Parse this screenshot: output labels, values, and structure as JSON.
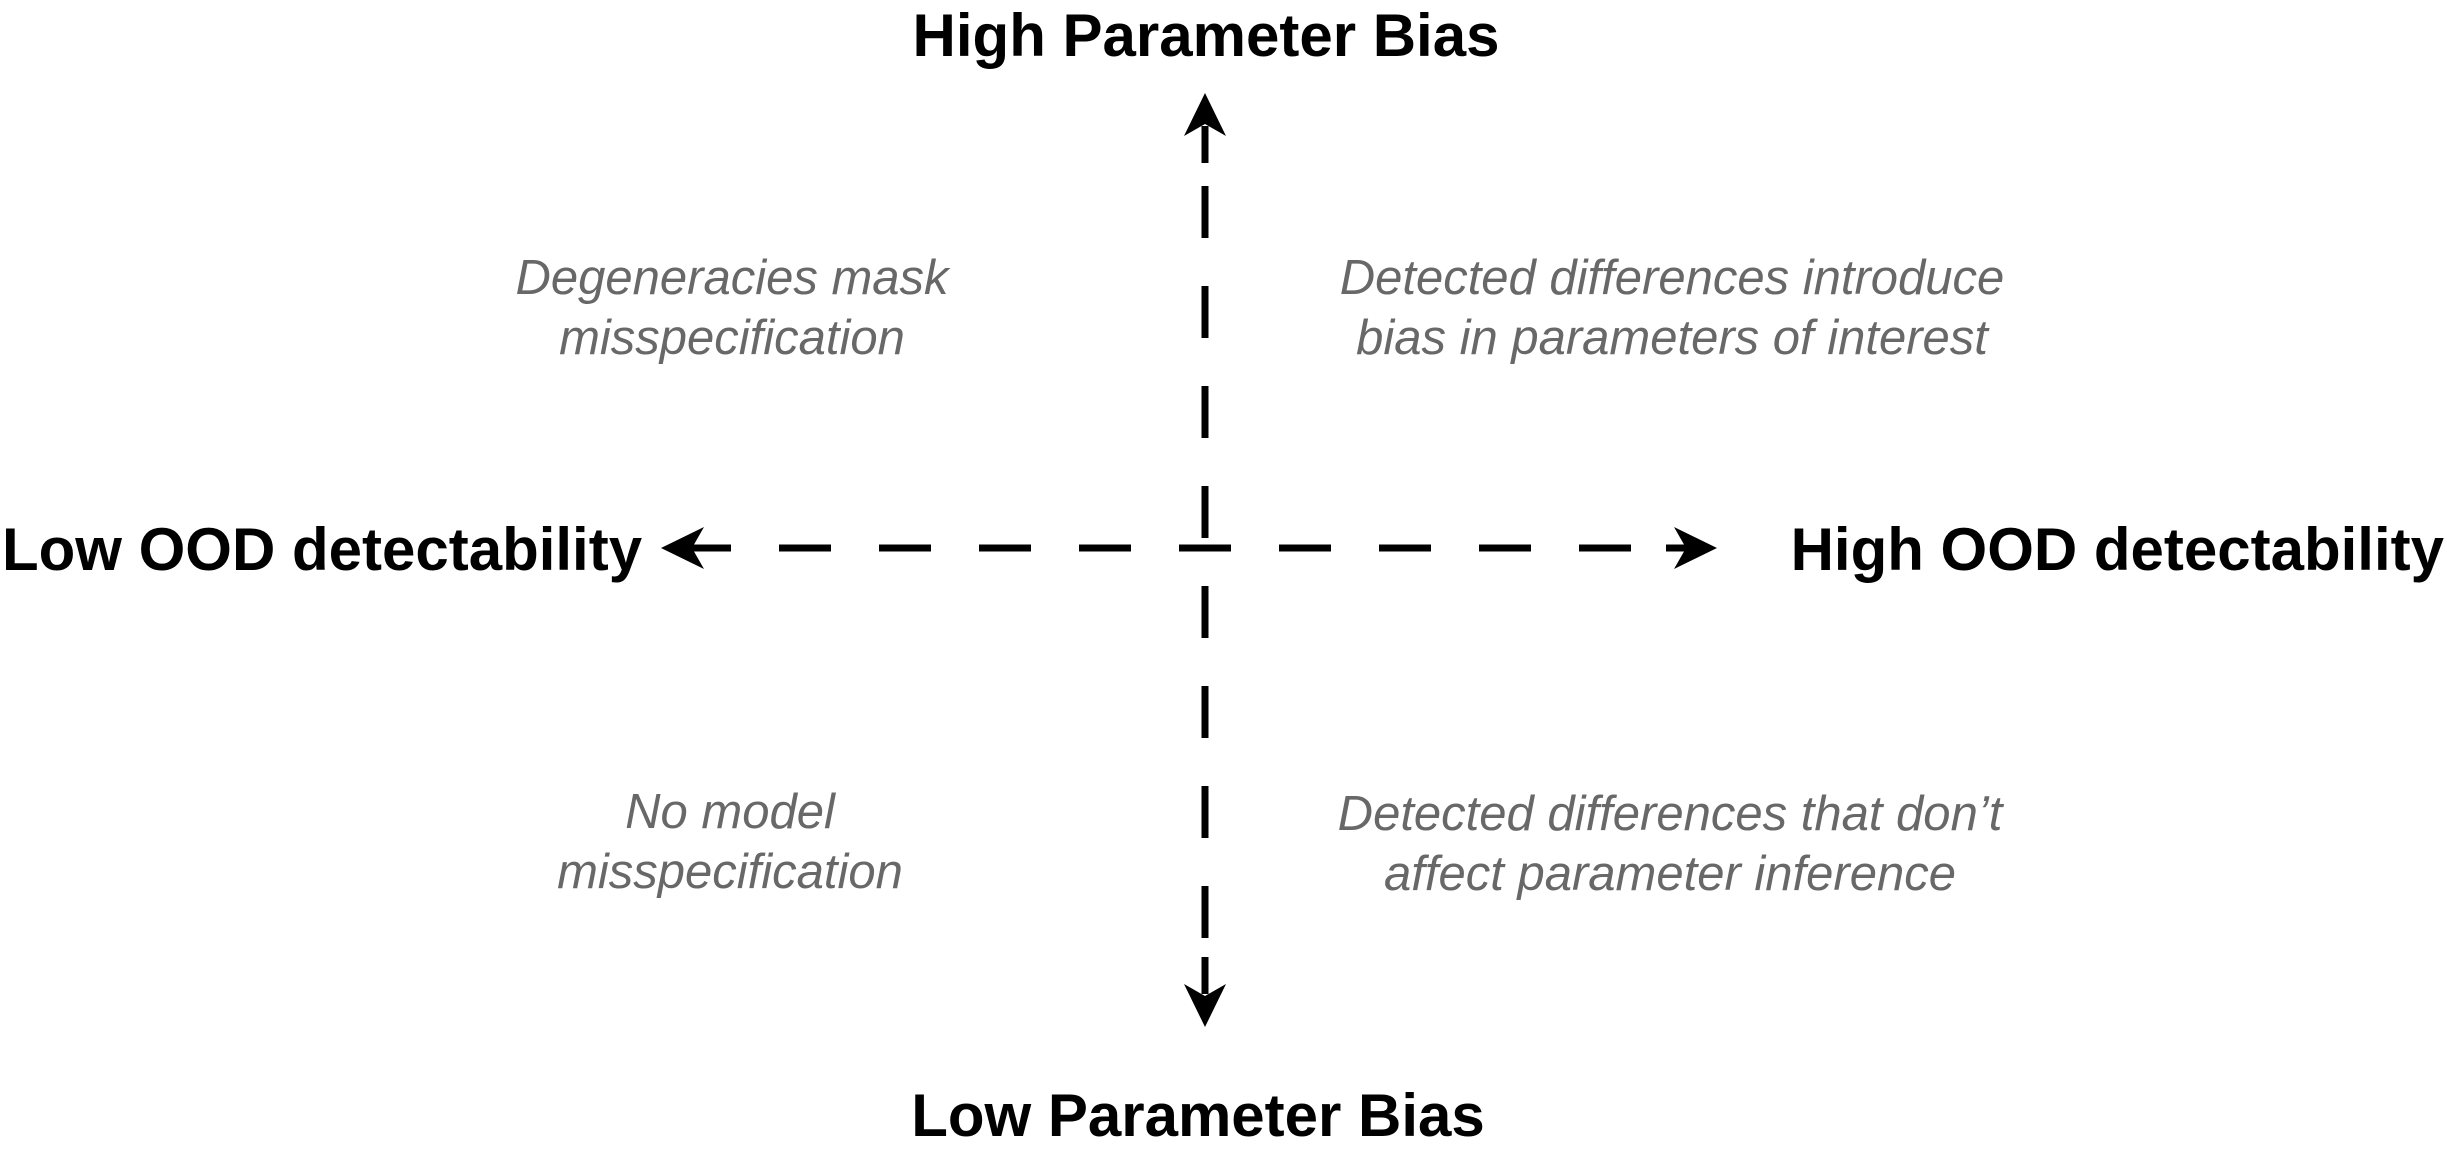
{
  "figure": {
    "background": "#ffffff",
    "axes": {
      "top": "High Parameter Bias",
      "bottom": "Low Parameter Bias",
      "left": "Low OOD detectability",
      "right": "High OOD detectability"
    },
    "quadrants": {
      "top_left": {
        "line1": "Degeneracies mask",
        "line2": "misspecification"
      },
      "top_right": {
        "line1": "Detected differences introduce",
        "line2": "bias in parameters of interest"
      },
      "bottom_left": {
        "line1": "No model",
        "line2": "misspecification"
      },
      "bottom_right": {
        "line1": "Detected differences that don’t",
        "line2": "affect parameter inference"
      }
    },
    "colors": {
      "axis_line": "#000000",
      "axis_label_text": "#000000",
      "annotation_text": "#686868"
    },
    "icons": {
      "top": "arrow-up-icon",
      "bottom": "arrow-down-icon",
      "left": "arrow-left-icon",
      "right": "arrow-right-icon"
    }
  }
}
